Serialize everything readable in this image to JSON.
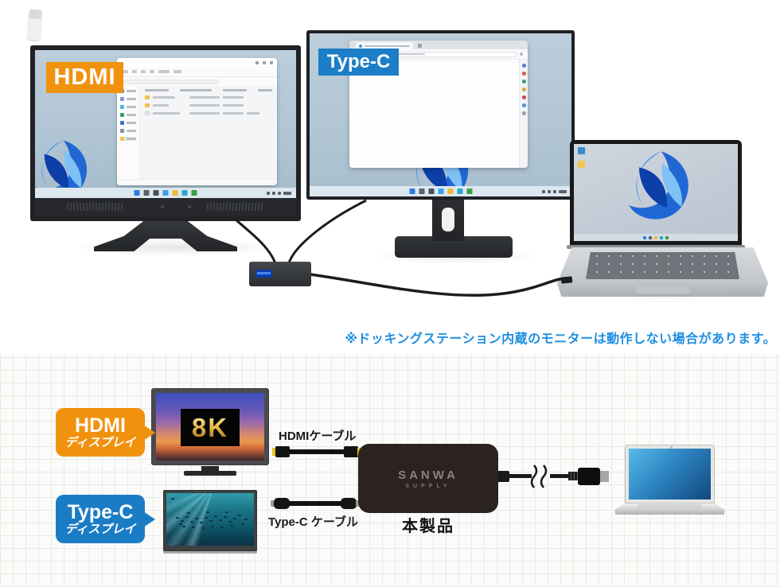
{
  "photo": {
    "hdmi_badge": "HDMI",
    "typec_badge": "Type-C",
    "note": "※ドッキングステーション内蔵のモニターは動作しない場合があります。"
  },
  "diagram": {
    "hdmi_display": {
      "title": "HDMI",
      "subtitle": "ディスプレイ"
    },
    "typec_display": {
      "title": "Type-C",
      "subtitle": "ディスプレイ"
    },
    "tv_label": "8K",
    "hdmi_cable_label": "HDMIケーブル",
    "typec_cable_label": "Type-C ケーブル",
    "product_label": "本製品",
    "brand": {
      "line1": "SANWA",
      "line2": "SUPPLY"
    }
  },
  "colors": {
    "accent_orange": "#f1920e",
    "accent_blue": "#1b7cc6",
    "note_blue": "#1e8ee0",
    "gold_8k": "#e8b84a",
    "product_black": "#2b2322"
  }
}
